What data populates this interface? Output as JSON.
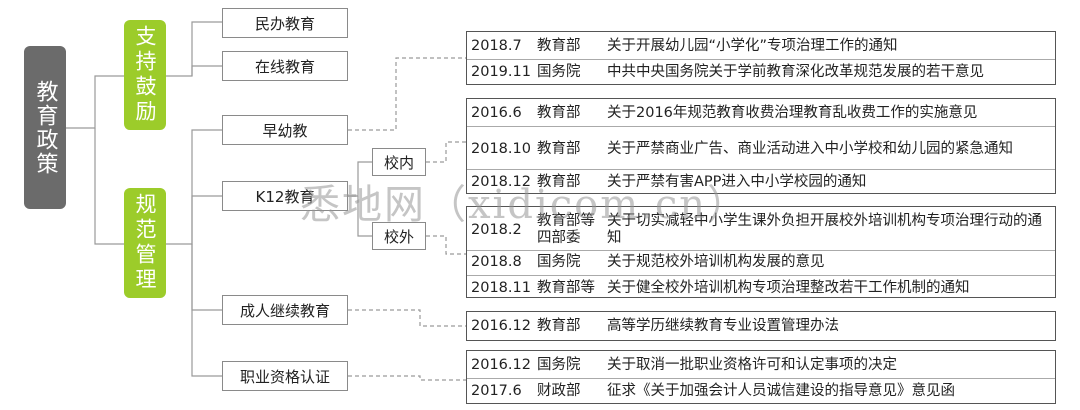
{
  "root": {
    "label": "教育政策"
  },
  "categories": [
    {
      "label": "支持鼓励"
    },
    {
      "label": "规范管理"
    }
  ],
  "nodes": {
    "minban": "民办教育",
    "zaixian": "在线教育",
    "zaoyou": "早幼教",
    "k12": "K12教育",
    "chengren": "成人继续教育",
    "zhiye": "职业资格认证",
    "xiaonei": "校内",
    "xiaowai": "校外"
  },
  "policies": {
    "zaoyou": [
      {
        "year": "2018.7",
        "org": "教育部",
        "title": "关于开展幼儿园“小学化”专项治理工作的通知"
      },
      {
        "year": "2019.11",
        "org": "国务院",
        "title": "中共中央国务院关于学前教育深化改革规范发展的若干意见"
      }
    ],
    "xiaonei": [
      {
        "year": "2016.6",
        "org": "教育部",
        "title": "关于2016年规范教育收费治理教育乱收费工作的实施意见"
      },
      {
        "year": "2018.10",
        "org": "教育部",
        "title": "关于严禁商业广告、商业活动进入中小学校和幼儿园的紧急通知"
      },
      {
        "year": "2018.12",
        "org": "教育部",
        "title": "关于严禁有害APP进入中小学校园的通知"
      }
    ],
    "xiaowai": [
      {
        "year": "2018.2",
        "org": "教育部等四部委",
        "title": "关于切实减轻中小学生课外负担开展校外培训机构专项治理行动的通知"
      },
      {
        "year": "2018.8",
        "org": "国务院",
        "title": "关于规范校外培训机构发展的意见"
      },
      {
        "year": "2018.11",
        "org": "教育部等",
        "title": "关于健全校外培训机构专项治理整改若干工作机制的通知"
      }
    ],
    "chengren": [
      {
        "year": "2016.12",
        "org": "教育部",
        "title": "高等学历继续教育专业设置管理办法"
      }
    ],
    "zhiye": [
      {
        "year": "2016.12",
        "org": "国务院",
        "title": "关于取消一批职业资格许可和认定事项的决定"
      },
      {
        "year": "2017.6",
        "org": "财政部",
        "title": "征求《关于加强会计人员诚信建设的指导意见》意见函"
      }
    ]
  },
  "watermark": "悉地网（xidicom.cn）",
  "colors": {
    "root": "#6b6b6b",
    "category": "#9ccc2a",
    "border": "#555555"
  }
}
